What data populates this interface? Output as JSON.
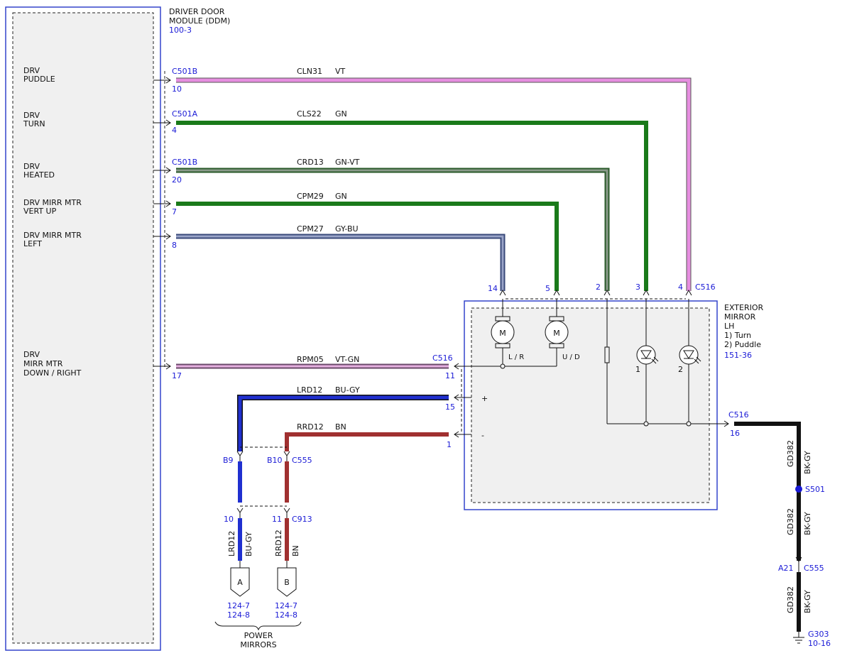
{
  "colors": {
    "wire_vt": "#e68ee0",
    "wire_gn": "#1a7a1a",
    "wire_gray": "#6d7f6d",
    "wire_gy_bu": "#6a7cb5",
    "wire_bu": "#2030d0",
    "wire_bn": "#a03030",
    "wire_bk": "#111111",
    "ref_blue": "#1a1ad6",
    "module_fill": "#f0f0f0",
    "module_border": "#3344cc"
  },
  "ddm": {
    "title_line1": "DRIVER DOOR",
    "title_line2": "MODULE (DDM)",
    "ref": "100-3"
  },
  "pins": [
    {
      "line1": "DRV",
      "line2": "PUDDLE",
      "connector": "C501B",
      "pin": "10",
      "circuit": "CLN31",
      "color": "VT"
    },
    {
      "line1": "DRV",
      "line2": "TURN",
      "connector": "C501A",
      "pin": "4",
      "circuit": "CLS22",
      "color": "GN"
    },
    {
      "line1": "DRV",
      "line2": "HEATED",
      "connector": "C501B",
      "pin": "20",
      "circuit": "CRD13",
      "color": "GN-VT"
    },
    {
      "line1": "DRV MIRR MTR",
      "line2": "VERT UP",
      "connector": "",
      "pin": "7",
      "circuit": "CPM29",
      "color": "GN"
    },
    {
      "line1": "DRV MIRR MTR",
      "line2": "LEFT",
      "connector": "",
      "pin": "8",
      "circuit": "CPM27",
      "color": "GY-BU"
    },
    {
      "line1": "DRV",
      "line2": "MIRR MTR",
      "line3": "DOWN / RIGHT",
      "connector": "",
      "pin": "17",
      "circuit": "RPM05",
      "color": "VT-GN"
    }
  ],
  "mirror": {
    "title1": "EXTERIOR",
    "title2": "MIRROR",
    "title3": "LH",
    "note1": "1) Turn",
    "note2": "2) Puddle",
    "ref": "151-36",
    "top_connector": "C516",
    "top_pins": [
      "14",
      "5",
      "2",
      "3",
      "4"
    ],
    "motor1_symbol": "M",
    "motor2_symbol": "M",
    "motor1_label": "L / R",
    "motor2_label": "U / D",
    "lamp1_label": "1",
    "lamp2_label": "2",
    "left_connector": "C516",
    "left_pins": [
      "11",
      "15",
      "1"
    ],
    "plus_sign": "+",
    "minus_sign": "-",
    "ground_connector": "C516",
    "ground_pin": "16"
  },
  "power_wires": [
    {
      "circuit": "LRD12",
      "color": "BU-GY"
    },
    {
      "circuit": "RRD12",
      "color": "BN"
    }
  ],
  "c555": {
    "pin_a": "B9",
    "pin_b": "B10",
    "connector": "C555"
  },
  "c913": {
    "pin_a": "10",
    "pin_b": "11",
    "connector": "C913"
  },
  "offpage": [
    {
      "letter": "A",
      "ref1": "124-7",
      "ref2": "124-8"
    },
    {
      "letter": "B",
      "ref1": "124-7",
      "ref2": "124-8"
    }
  ],
  "power_mirrors_label": {
    "line1": "POWER",
    "line2": "MIRRORS"
  },
  "ground": {
    "circuit": "GD382",
    "color": "BK-GY",
    "splice": "S501",
    "inline_pin": "A21",
    "inline_connector": "C555",
    "ground_id": "G303",
    "ground_ref": "10-16"
  }
}
